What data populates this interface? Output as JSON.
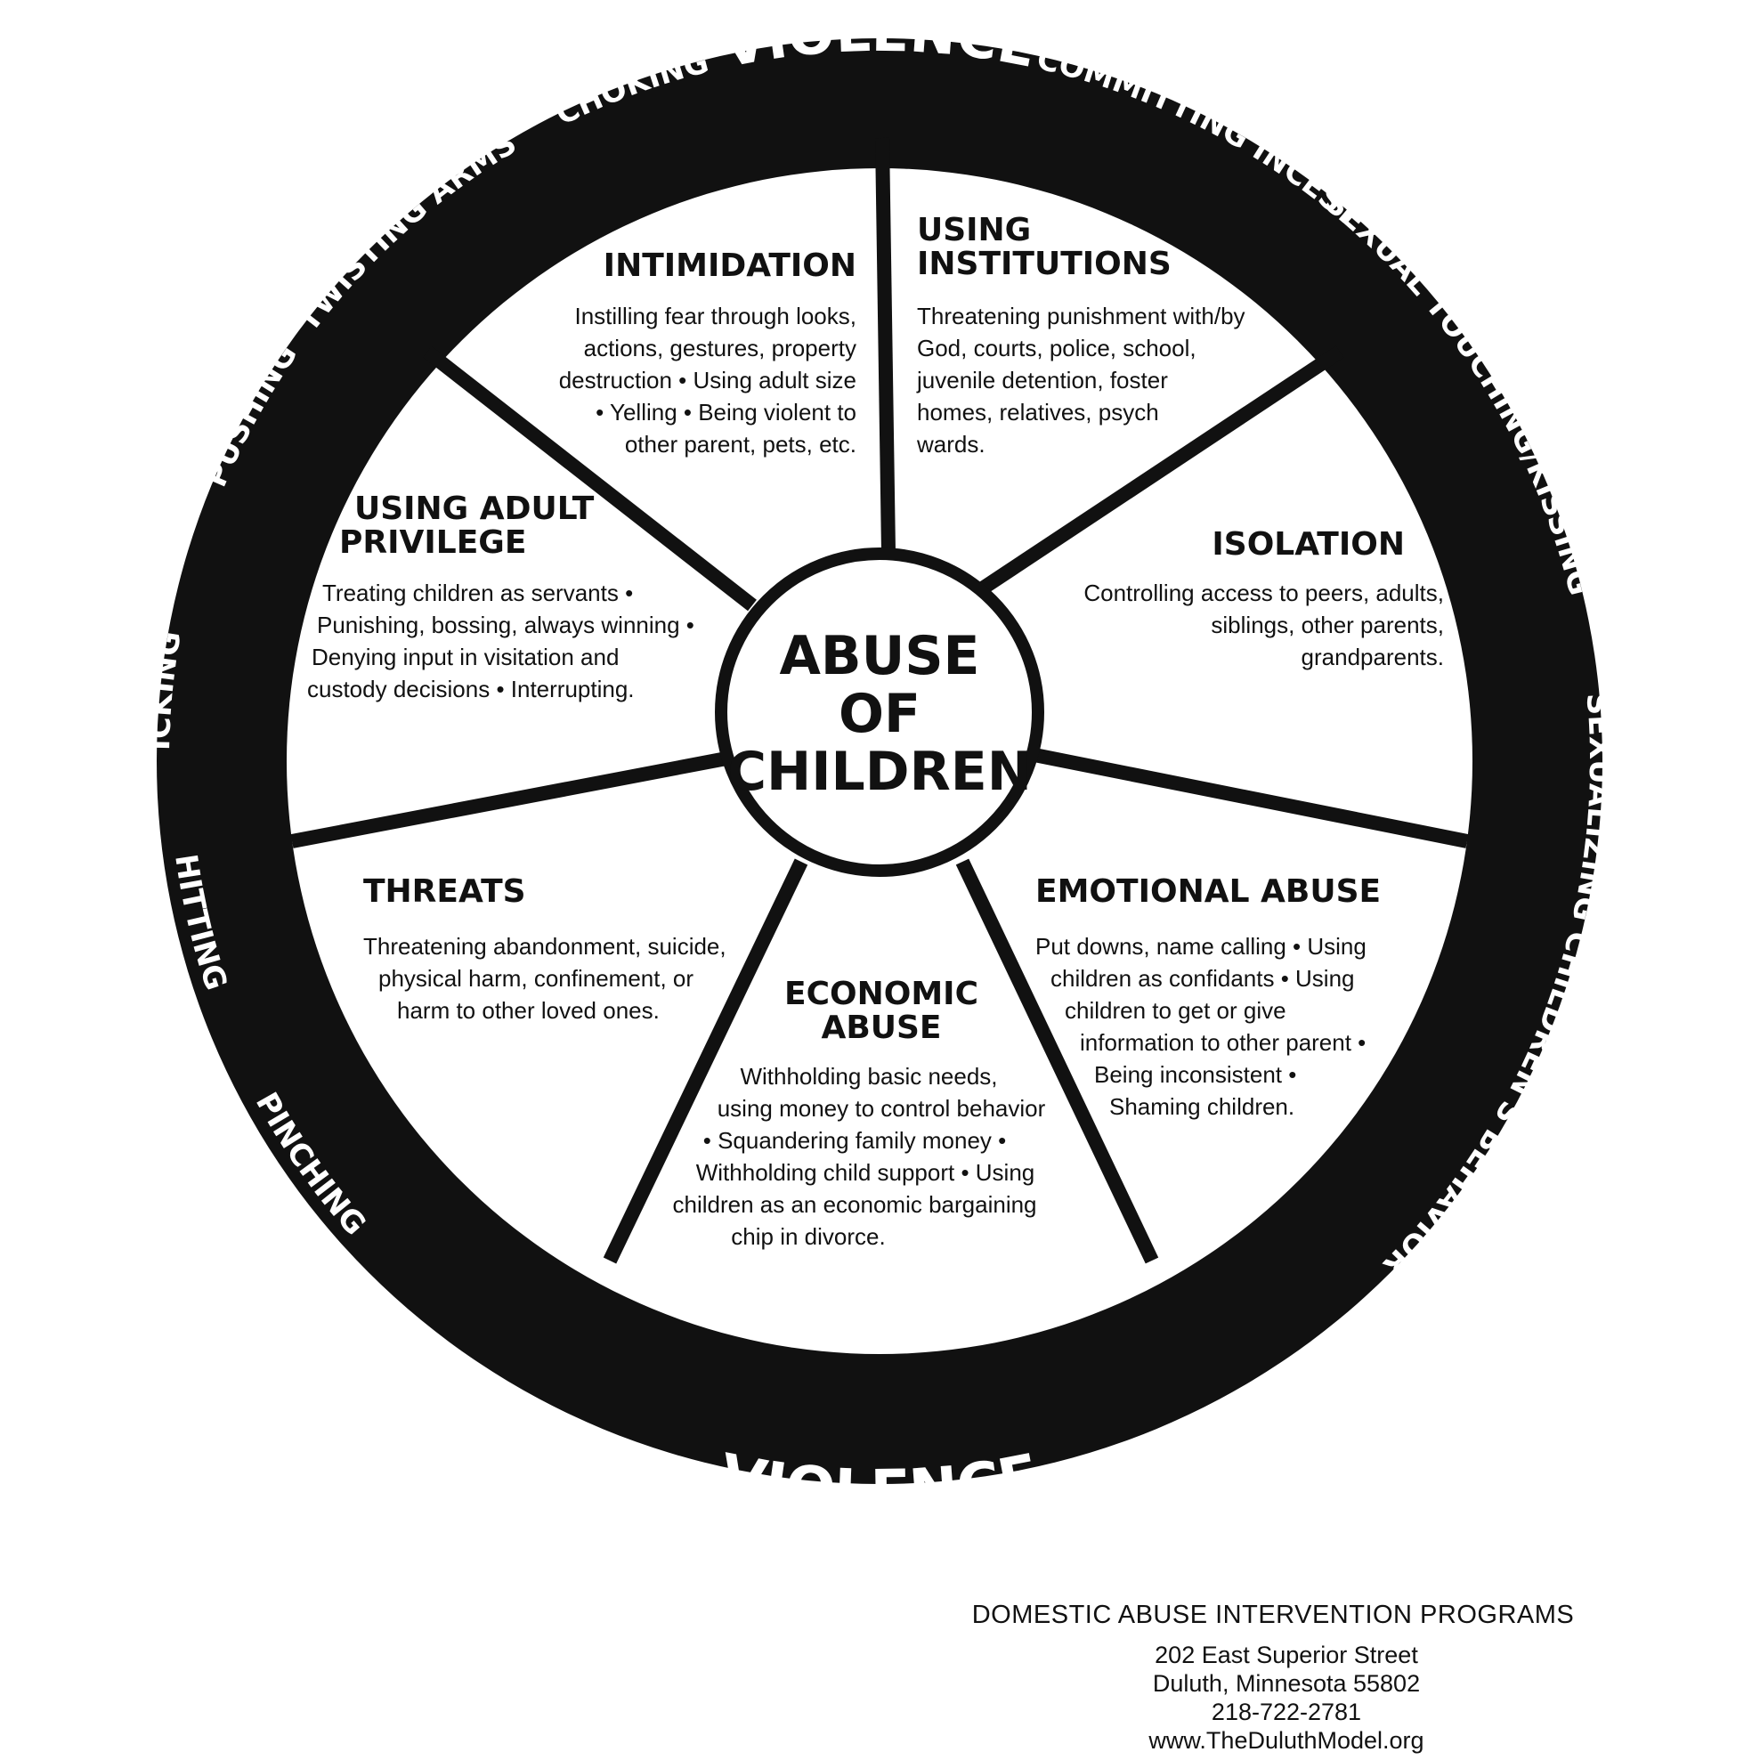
{
  "hub": {
    "lines": [
      "ABUSE",
      "OF",
      "CHILDREN"
    ]
  },
  "rim": {
    "top_label": "VIOLENCE",
    "bottom_label": "VIOLENCE",
    "left_labels": [
      "CHOKING",
      "TWISTING ARMS",
      "PUSHING",
      "KICKING",
      "HITTING",
      "PINCHING"
    ],
    "right_labels": [
      "COMMITTING INCEST",
      "SEXUAL TOUCHING/KISSING",
      "SEXUALIZING CHILDREN'S BEHAVIOR"
    ]
  },
  "sections": {
    "intimidation": {
      "title": [
        "INTIMIDATION"
      ],
      "lines": [
        "Instilling fear through looks,",
        "actions, gestures, property",
        "destruction • Using adult size",
        "• Yelling • Being violent to",
        "other parent, pets, etc."
      ]
    },
    "institutions": {
      "title": [
        "USING",
        "INSTITUTIONS"
      ],
      "lines": [
        "Threatening punishment with/by",
        "God, courts, police, school,",
        "juvenile detention, foster",
        "homes, relatives, psych",
        "wards."
      ]
    },
    "isolation": {
      "title": [
        "ISOLATION"
      ],
      "lines": [
        "Controlling access to peers, adults,",
        "siblings, other parents,",
        "grandparents."
      ]
    },
    "emotional": {
      "title": [
        "EMOTIONAL ABUSE"
      ],
      "lines": [
        "Put downs, name calling • Using",
        "children as confidants • Using",
        "children to get or give",
        "information to other parent •",
        "Being inconsistent •",
        "Shaming children."
      ]
    },
    "economic": {
      "title": [
        "ECONOMIC",
        "ABUSE"
      ],
      "lines": [
        "Withholding basic needs,",
        "using money to control behavior",
        "• Squandering family money •",
        "Withholding child support • Using",
        "children as an economic bargaining",
        "chip in divorce."
      ]
    },
    "threats": {
      "title": [
        "THREATS"
      ],
      "lines": [
        "Threatening abandonment, suicide,",
        "physical harm, confinement, or",
        "harm to other loved ones."
      ]
    },
    "privilege": {
      "title": [
        "USING ADULT",
        "PRIVILEGE"
      ],
      "lines": [
        "Treating children as servants •",
        "Punishing, bossing, always winning •",
        "Denying input in visitation and",
        "custody decisions • Interrupting."
      ]
    }
  },
  "footer": {
    "org": "DOMESTIC ABUSE INTERVENTION PROGRAMS",
    "address": [
      "202 East Superior Street",
      "Duluth, Minnesota 55802",
      "218-722-2781",
      "www.TheDuluthModel.org"
    ]
  }
}
